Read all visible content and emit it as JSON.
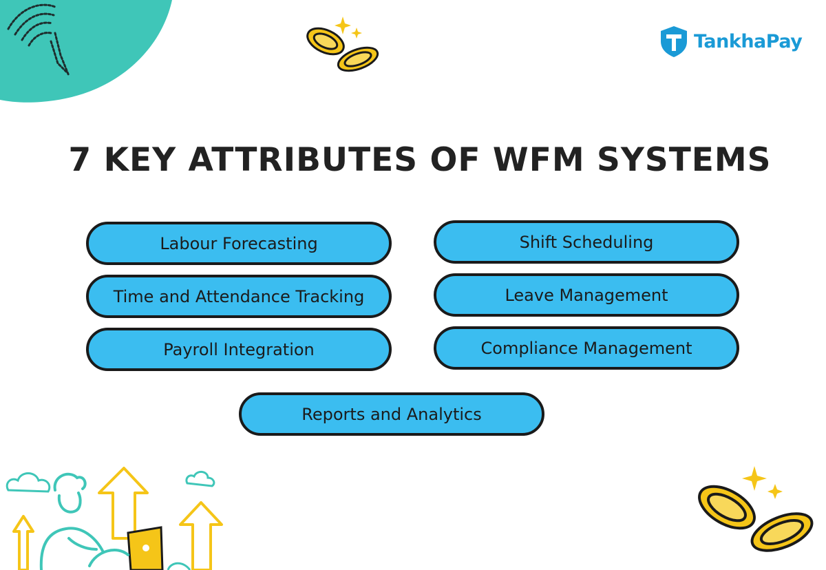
{
  "brand": {
    "name": "TankhaPay",
    "color": "#1a9ad6",
    "accent": "#3bbdf0"
  },
  "title": "7 KEY ATTRIBUTES OF WFM SYSTEMS",
  "attributes": [
    "Labour Forecasting",
    "Shift Scheduling",
    "Time and Attendance Tracking",
    "Leave Management",
    "Payroll Integration",
    "Compliance Management",
    "Reports and Analytics"
  ],
  "icons": {
    "logo": "shield-t-icon",
    "decor_top_left": "teal-blob-decoration",
    "coins": "gold-coins-icon",
    "sparkle": "sparkle-icon",
    "illustration": "growth-person-laptop-illustration"
  },
  "colors": {
    "teal": "#3fc6b8",
    "gold": "#f5c518",
    "pill_fill": "#3bbdf0",
    "pill_border": "#1a1a1a",
    "text": "#222222"
  }
}
